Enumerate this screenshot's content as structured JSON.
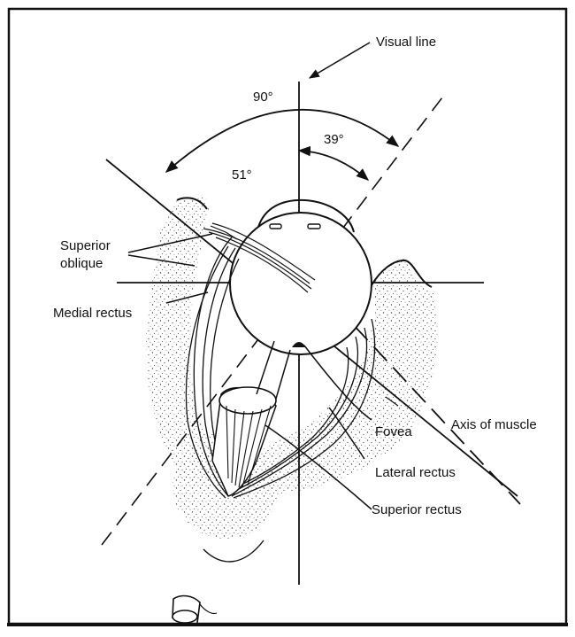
{
  "labels": {
    "visual_line": "Visual line",
    "angle_total": "90°",
    "angle_left": "51°",
    "angle_right": "39°",
    "superior_oblique_line1": "Superior",
    "superior_oblique_line2": "oblique",
    "medial_rectus": "Medial rectus",
    "axis_of_muscle": "Axis of muscle",
    "fovea": "Fovea",
    "lateral_rectus": "Lateral rectus",
    "superior_rectus": "Superior rectus"
  },
  "colors": {
    "ink": "#111111",
    "stipple": "#555555",
    "paper": "#ffffff",
    "background": "#ffffff"
  }
}
